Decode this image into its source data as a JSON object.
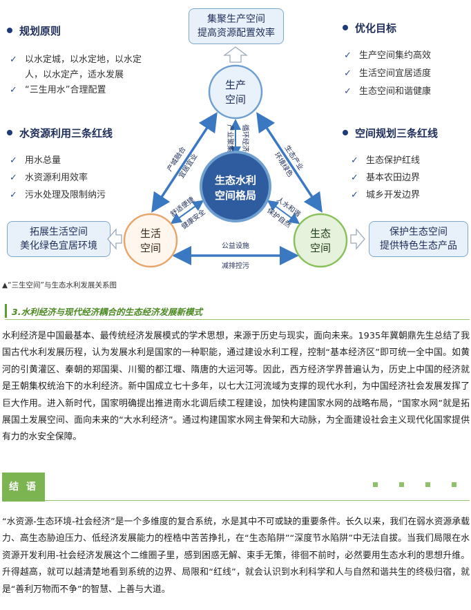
{
  "diagram": {
    "center": {
      "line1": "生态水利",
      "line2": "空间格局"
    },
    "production": {
      "line1": "生产",
      "line2": "空间"
    },
    "living": {
      "line1": "生活",
      "line2": "空间"
    },
    "ecology": {
      "line1": "生态",
      "line2": "空间"
    },
    "top_box": {
      "line1": "集聚生产空间",
      "line2": "提高资源配置效率"
    },
    "left_box": {
      "line1": "拓展生活空间",
      "line2": "美化绿色宜居环境"
    },
    "right_box": {
      "line1": "保护生态空间",
      "line2": "提供特色生态产品"
    },
    "principles": {
      "title": "规划原则",
      "items": [
        "以水定城，以水定地，以水定",
        "人，以水定产，适水发展",
        "“三生用水”合理配置"
      ]
    },
    "goals": {
      "title": "优化目标",
      "items": [
        "生产空间集约高效",
        "生活空间宜居适度",
        "生态空间和谐健康"
      ]
    },
    "water_redlines": {
      "title": "水资源利用三条红线",
      "items": [
        "用水总量",
        "水资源利用效率",
        "污水处理及限制纳污"
      ]
    },
    "space_redlines": {
      "title": "空间规划三条红线",
      "items": [
        "生态保护红线",
        "基本农田边界",
        "城乡开发边界"
      ]
    },
    "labels": {
      "prod_living_1": "产城融合",
      "prod_living_2": "宜居宜业",
      "prod_eco_1": "生态产业",
      "prod_eco_2": "环境绿色",
      "living_eco_top": "公益设施",
      "living_eco_bottom": "减排控污",
      "prod_center_1": "产业聚集",
      "prod_center_2": "循环经济",
      "living_center_1": "舒适便捷",
      "living_center_2": "健康安全",
      "eco_center_1": "人水和谐",
      "eco_center_2": "保护自然"
    },
    "check": "✓"
  },
  "caption": "▲“三生空间”与生态水利发展关系图",
  "section3": {
    "heading": "3.水利经济与现代经济耦合的生态经济发展新模式",
    "paragraph": "水利经济是中国最基本、最传统经济发展模式的学术思想，来源于历史与现实，面向未来。1935年冀朝鼎先生总结了我国古代水利发展历程，认为发展水利是国家的一种职能，通过建设水利工程，控制“基本经济区”即可统一全中国。如黄河的引黄灌区、秦朝的郑国渠、川蜀的都江堰、隋唐的大运河等。因此，西方经济学界普遍认为，历史上中国的经济就是王朝集权统治下的水利经济。新中国成立七十多年，以七大江河流域为支撑的现代水利，为中国经济社会发展发挥了巨大作用。进入新时代，国家明确提出推进南水北调后续工程建设，加快构建国家水网的战略布局，“国家水网”就是拓展国土发展空间、面向未来的“大水利经济”。通过构建国家水网主骨架和大动脉，为全面建设社会主义现代化国家提供有力的水安全保障。"
  },
  "conclusion": {
    "badge": "结 语",
    "paragraph": "“水资源-生态环境-社会经济”是一个多维度的复合系统，水是其中不可或缺的重要条件。长久以来，我们在弱水资源承载力、高生态胁迫压力、低经济发展能力的桎梏中苦苦挣扎，在“生态陷阱”“深度节水陷阱”中无法自拔。当我们局限在水资源开发利用-社会经济发展这个二维圈子里，感到困惑无解、束手无策，徘徊不前时，必然要用生态水利的思想升维。升得越高，就可以越清楚地看到系统的边界、局限和“红线”，就会认识到水利科学和人与自然和谐共生的终极归宿，就是“善利万物而不争”的智慧、上善与大道。"
  },
  "colors": {
    "center_fill": "#2f5c9e",
    "node_fill": "#e9f2fb",
    "node_border": "#6e9fd0",
    "living_border": "#e8a56a",
    "ecology_fill": "#e6f2dc",
    "ecology_border": "#88c05a",
    "arrow": "#3b78c2",
    "accent_green": "#7bb450"
  }
}
